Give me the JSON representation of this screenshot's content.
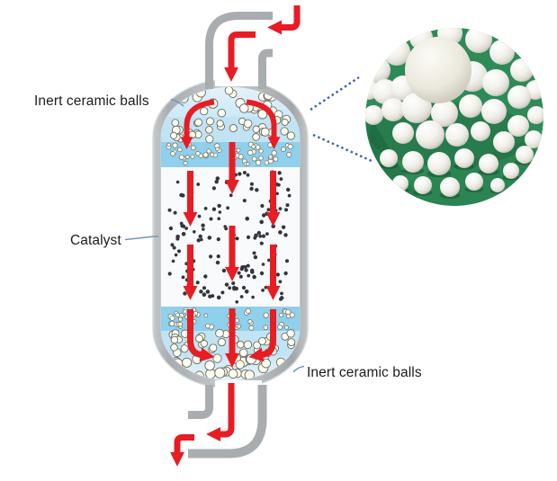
{
  "labels": {
    "inert_top": "Inert ceramic balls",
    "catalyst": "Catalyst",
    "inert_bottom": "Inert ceramic balls"
  },
  "colors": {
    "arrow_red": "#e81c23",
    "vessel_wall": "#b5b9bb",
    "pipe_gray": "#a9adb0",
    "blue_light": "#c0e4f4",
    "blue_medium": "#8fd0ec",
    "catalyst_bg": "#f8fafc",
    "catalyst_dot": "#32373d",
    "ball_fill": "#fffef2",
    "ball_stroke": "#6b6b60",
    "connector_blue": "#3f5fae",
    "tick_blue": "#6f96c8",
    "label_color": "#1b1b1b",
    "photo_green": "#2e8b57"
  }
}
